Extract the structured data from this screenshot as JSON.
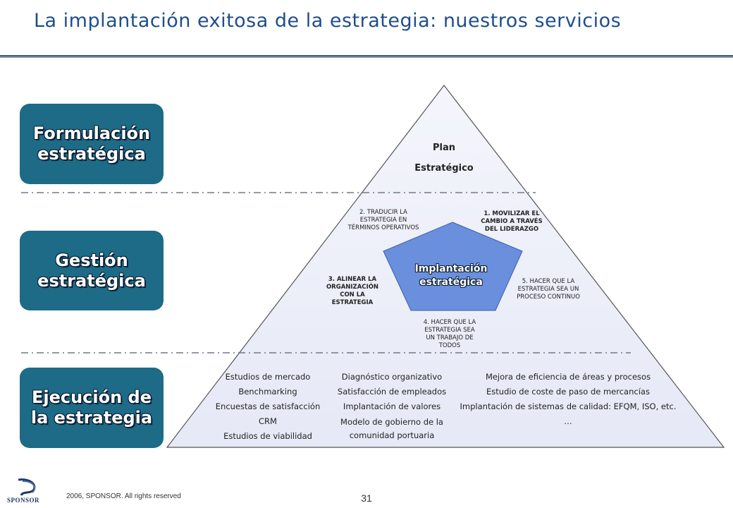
{
  "title": "La implantación exitosa de la estrategia: nuestros servicios",
  "colors": {
    "title": "#1f4e8c",
    "pill": "#1d6b86",
    "pyramid_fill": "#eef0fa",
    "pentagon": "#6a8fdc",
    "divider": "#6f7a88"
  },
  "levels": [
    {
      "lines": [
        "Formulación",
        "estratégica"
      ]
    },
    {
      "lines": [
        "Gestión",
        "estratégica"
      ]
    },
    {
      "lines": [
        "Ejecución de",
        "la estrategia"
      ]
    }
  ],
  "pyramid": {
    "plan_lines": [
      "Plan",
      "Estratégico"
    ],
    "center_lines": [
      "Implantación",
      "estratégica"
    ],
    "steps": {
      "s1": [
        "1.  MOVILIZAR EL",
        "CAMBIO A TRAVÉS",
        "DEL LIDERAZGO"
      ],
      "s2": [
        "2. TRADUCIR LA",
        "ESTRATEGIA EN",
        "TÉRMINOS OPERATIVOS"
      ],
      "s3": [
        "3.  ALINEAR LA",
        "ORGANIZACIÓN",
        "CON LA",
        "ESTRATEGIA"
      ],
      "s4": [
        "4.  HACER QUE LA",
        "ESTRATEGIA SEA",
        "UN TRABAJO DE",
        "TODOS"
      ],
      "s5": [
        "5.  HACER QUE LA",
        "ESTRATEGIA SEA UN",
        "PROCESO CONTINUO"
      ]
    }
  },
  "services": {
    "col1": [
      "Estudios  de  mercado",
      "Benchmarking",
      "Encuestas  de  satisfacción",
      "CRM",
      "Estudios  de  viabilidad"
    ],
    "col2": [
      "Diagnóstico  organizativo",
      "Satisfacción  de  empleados",
      "Implantación  de  valores",
      "Modelo  de  gobierno  de  la",
      "comunidad  portuaria"
    ],
    "col3": [
      "Mejora  de  eficiencia  de  áreas  y  procesos",
      "Estudio  de  coste  de  paso  de  mercancías",
      "Implantación  de  sistemas  de  calidad:  EFQM,  ISO,  etc.",
      "…"
    ]
  },
  "footer": {
    "copyright": "2006, SPONSOR. All rights reserved",
    "page_number": "31",
    "logo_text": "SPONSOR"
  }
}
